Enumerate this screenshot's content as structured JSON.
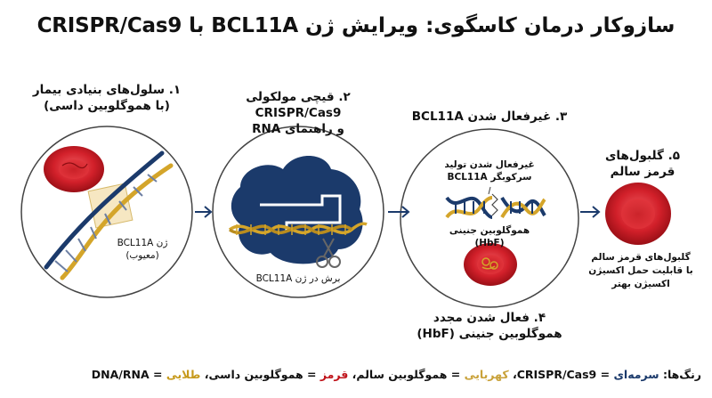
{
  "title": "سازوکار درمان کاسگوی: ویرایش ژن BCL11A با CRISPR/Cas9",
  "steps": {
    "s1": {
      "line1": "۱. سلول‌های بنیادی بیمار",
      "line2": "(با هموگلوبین داسی)"
    },
    "s2": {
      "line1": "۲. قیچی مولکولی CRISPR/Cas9",
      "line2": "و راهنمای RNA"
    },
    "s3": {
      "line1": "۳. غیرفعال شدن BCL11A"
    },
    "s4": {
      "line1": "۴. فعال شدن مجدد",
      "line2": "هموگلوبین جنینی (HbF)"
    },
    "s5": {
      "line1": "۵. گلبول‌های",
      "line2": "قرمز سالم"
    }
  },
  "annotations": {
    "gene1": "ژن BCL11A",
    "gene2": "(معیوب)",
    "cut": "برش در ژن BCL11A",
    "inactive1": "غیرفعال شدن تولید",
    "inactive2": "سرکوبگر BCL11A",
    "hbf": "هموگلوبین جنینی (HbF)",
    "healthy1": "گلبول‌های قرمز سالم",
    "healthy2": "با قابلیت حمل اکسیژن",
    "healthy3": "اکسیژن بهتر"
  },
  "legend": {
    "prefix": "رنگ‌ها: ",
    "navy": "سرمه‌ای",
    "navy_text": " = CRISPR/Cas9، ",
    "amber": "کهربایی",
    "amber_text": " = هموگلوبین سالم، ",
    "red": "قرمز",
    "red_text": " = هموگلوبین داسی، ",
    "gold": "طلایی",
    "gold_text": " = DNA/RNA"
  },
  "colors": {
    "navy": "#1b3a6b",
    "amber": "#c9a23a",
    "red": "#c0141b",
    "gold": "#d4a52a"
  }
}
